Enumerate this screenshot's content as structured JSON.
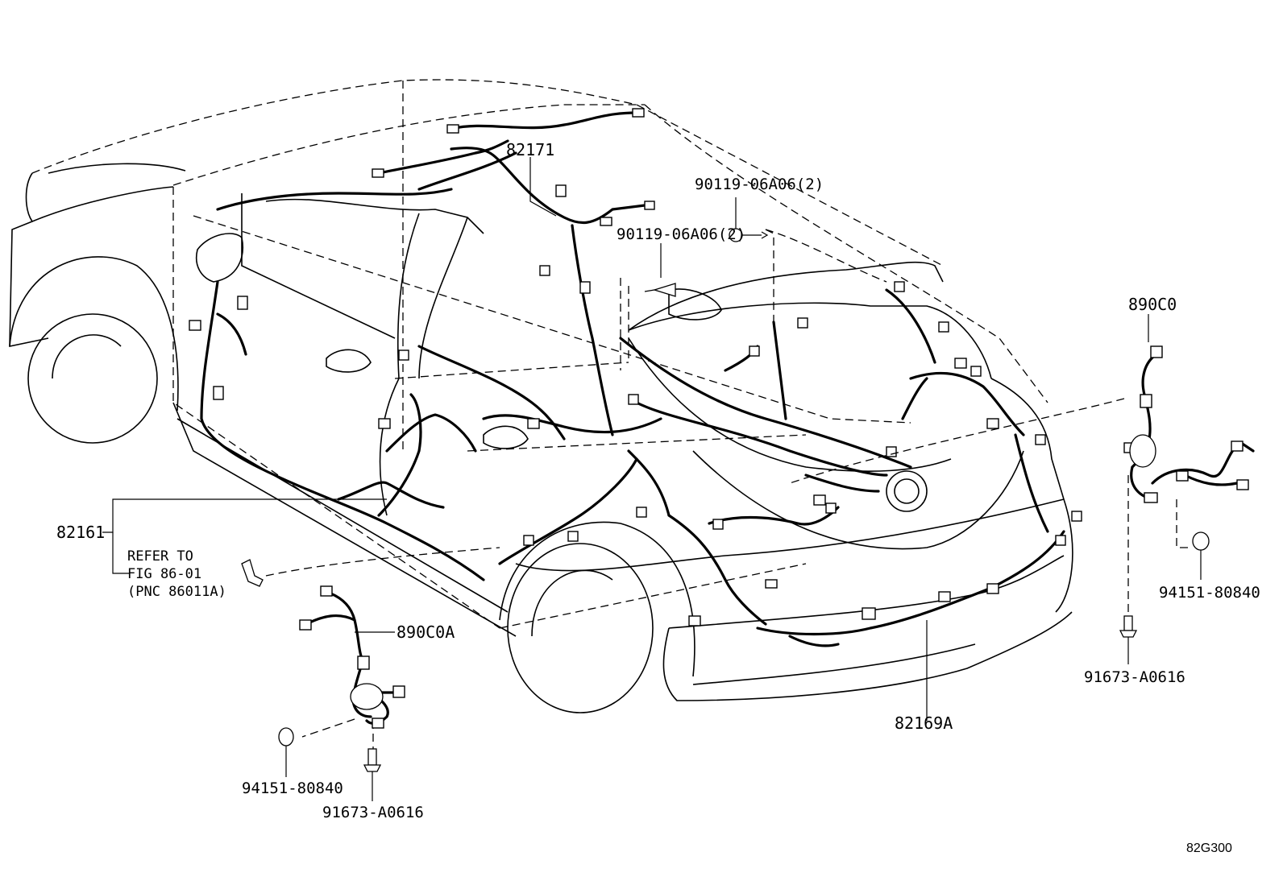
{
  "diagram_id": "82G300",
  "labels": {
    "wire_roof": "82171",
    "bolt_upper": "90119-06A06(2)",
    "bolt_lower": "90119-06A06(2)",
    "sensor_rear_right": "890C0",
    "wire_floor": "82161",
    "refer_line1": "REFER TO",
    "refer_line2": "FIG 86-01",
    "refer_line3": "(PNC 86011A)",
    "sensor_rear_left": "890C0A",
    "grommet_right": "94151-80840",
    "screw_right": "91673-A0616",
    "wire_rear": "82169A",
    "grommet_left": "94151-80840",
    "screw_left": "91673-A0616"
  }
}
